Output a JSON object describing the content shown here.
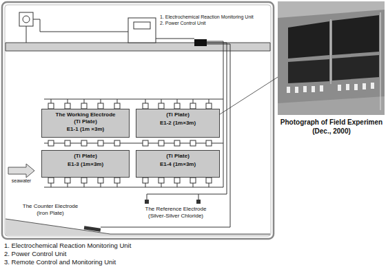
{
  "diagram": {
    "nodes": [
      {
        "text": [
          "The Working Electrode (Ti Plate)",
          "E1-1 (1m ×3m)"
        ]
      },
      {
        "text": [
          "(Ti Plate)",
          "E1-2 (1m×3m)"
        ]
      },
      {
        "text": [
          "(Ti Plate)",
          "E1-3 (1m×3m)"
        ]
      },
      {
        "text": [
          "(Ti Plate)",
          "E1-4 (1m×3m)"
        ]
      },
      {
        "text": [
          "Photograph of Field Experimen (Dec., 2000)"
        ]
      }
    ],
    "edges": [
      {
        "from": 1,
        "to": 4,
        "arrow": "none"
      }
    ],
    "labels": [
      "1. Electrochemical Reaction Monitoring Unit",
      "2. Power Control Unit",
      "seawater",
      "The Reference Electrode (Silver-Silver Chloride)",
      "The Counter Electrode (Iron Plate)",
      "1. Electrochemical Reaction Monitoring Unit",
      "2. Power Control Unit",
      "3. Remote Control and Monitoring Unit"
    ]
  }
}
